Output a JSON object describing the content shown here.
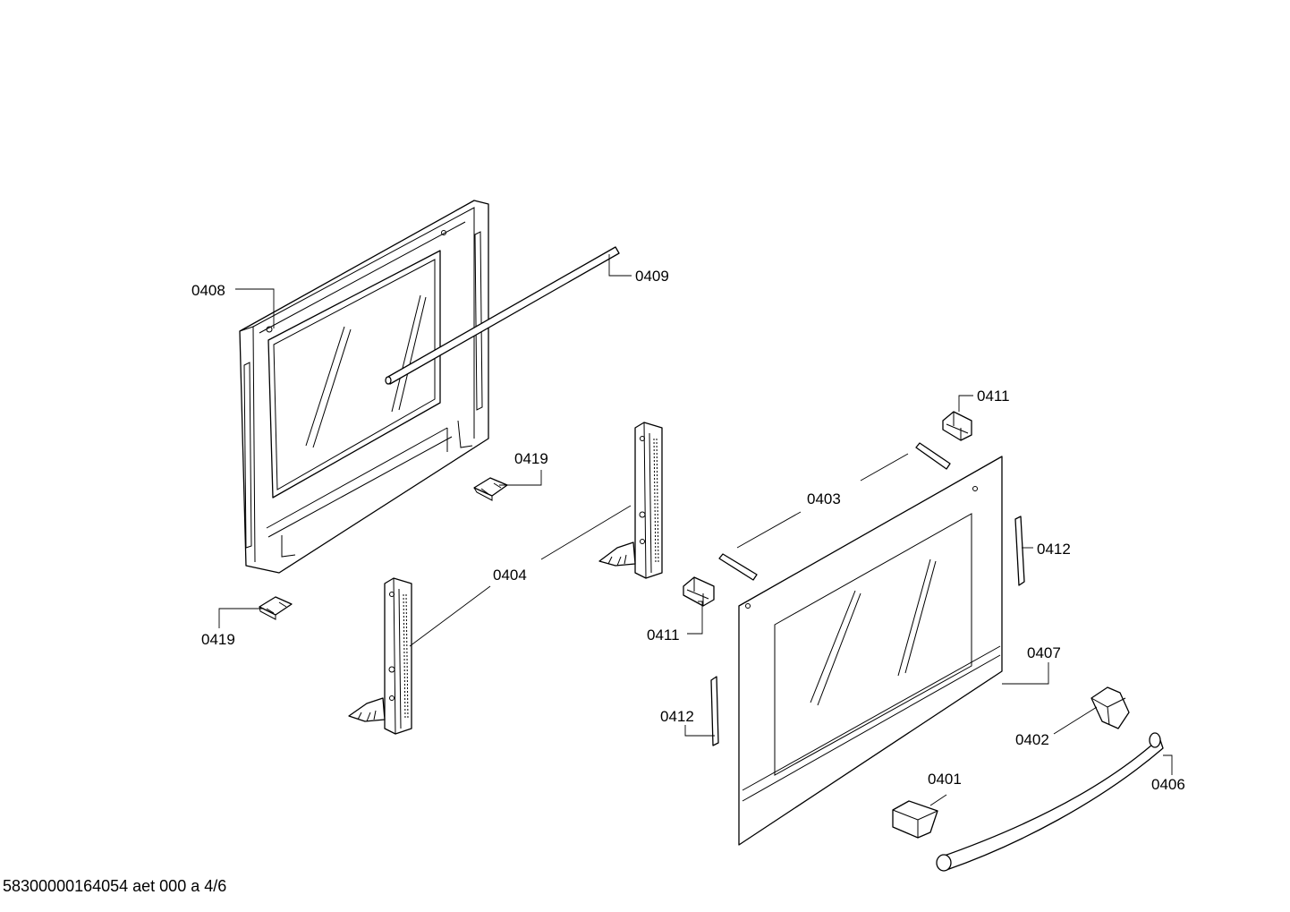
{
  "diagram": {
    "labels": {
      "p0401": "0401",
      "p0402": "0402",
      "p0403": "0403",
      "p0404": "0404",
      "p0406": "0406",
      "p0407": "0407",
      "p0408": "0408",
      "p0409": "0409",
      "p0411a": "0411",
      "p0411b": "0411",
      "p0412a": "0412",
      "p0412b": "0412",
      "p0419a": "0419",
      "p0419b": "0419"
    }
  },
  "footer": {
    "text": "58300000164054 aet 000 a 4/6"
  }
}
